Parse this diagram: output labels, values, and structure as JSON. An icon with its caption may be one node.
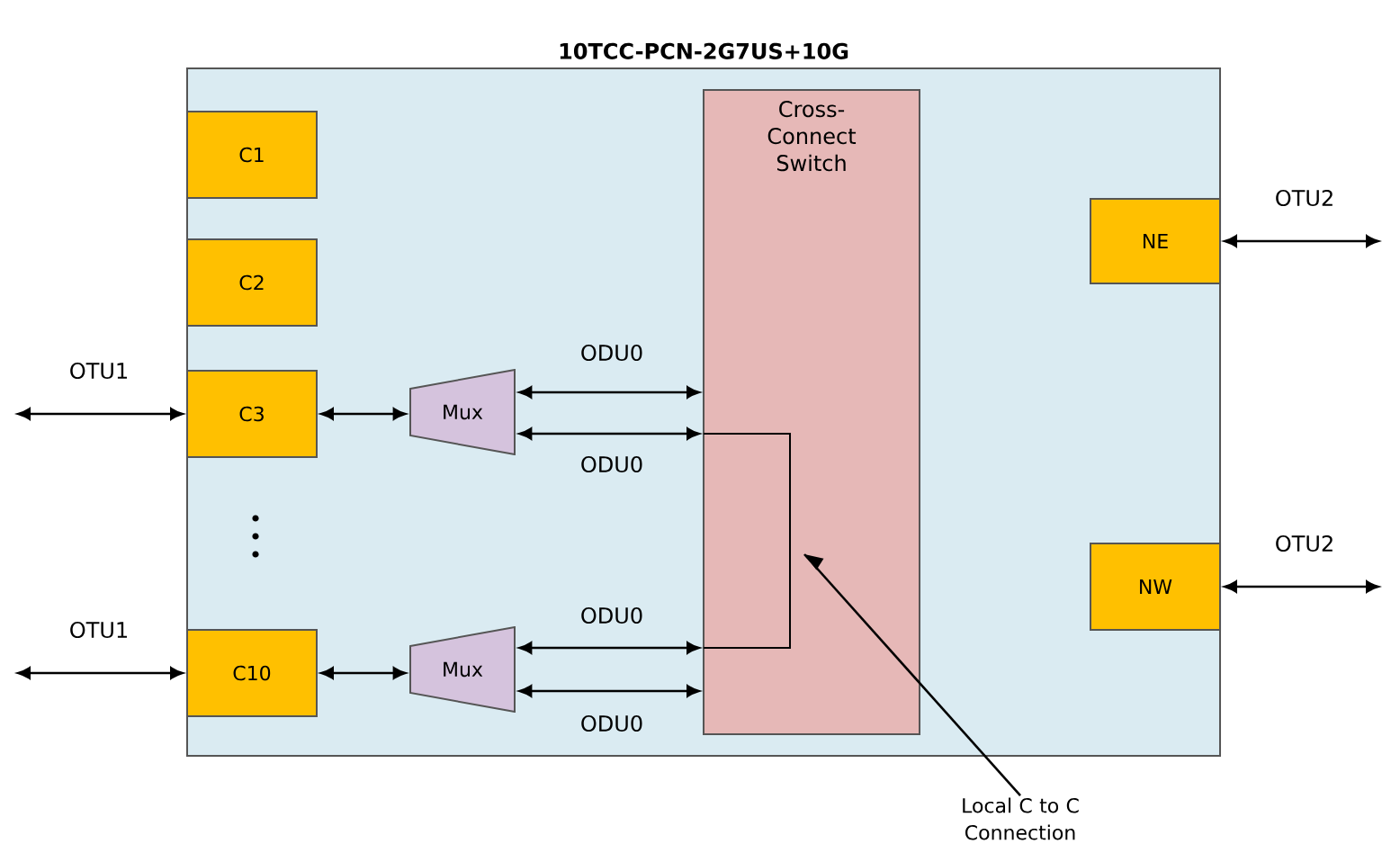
{
  "diagram": {
    "nodes": [
      {
        "text": [
          "10TCC-PCN-2G7US+10G"
        ]
      },
      {
        "text": [
          "C1"
        ],
        "in": 0
      },
      {
        "text": [
          "C2"
        ],
        "in": 0
      },
      {
        "text": [
          "C3"
        ],
        "in": 0
      },
      {
        "text": [
          "C10"
        ],
        "in": 0
      },
      {
        "text": [
          "Mux"
        ],
        "in": 0
      },
      {
        "text": [
          "Mux"
        ],
        "in": 0
      },
      {
        "text": [
          "Cross-Connect Switch"
        ],
        "in": 0
      },
      {
        "text": [
          "NE"
        ],
        "in": 0
      },
      {
        "text": [
          "NW"
        ],
        "in": 0
      },
      {
        "text": [
          "Local C to C Connection"
        ]
      }
    ],
    "edges": [
      {
        "from": null,
        "to": 3,
        "arrow": "both",
        "label": "OTU1"
      },
      {
        "from": 3,
        "to": 5,
        "arrow": "both"
      },
      {
        "from": 5,
        "to": 7,
        "arrow": "both",
        "label": "ODU0"
      },
      {
        "from": 5,
        "to": 7,
        "arrow": "both",
        "label": "ODU0"
      },
      {
        "from": null,
        "to": 4,
        "arrow": "both",
        "label": "OTU1"
      },
      {
        "from": 4,
        "to": 6,
        "arrow": "both"
      },
      {
        "from": 6,
        "to": 7,
        "arrow": "both",
        "label": "ODU0"
      },
      {
        "from": 6,
        "to": 7,
        "arrow": "both",
        "label": "ODU0"
      },
      {
        "from": 8,
        "to": null,
        "arrow": "both",
        "label": "OTU2"
      },
      {
        "from": 9,
        "to": null,
        "arrow": "both",
        "label": "OTU2"
      },
      {
        "from": 10,
        "to": 7,
        "arrow": "to"
      }
    ]
  }
}
